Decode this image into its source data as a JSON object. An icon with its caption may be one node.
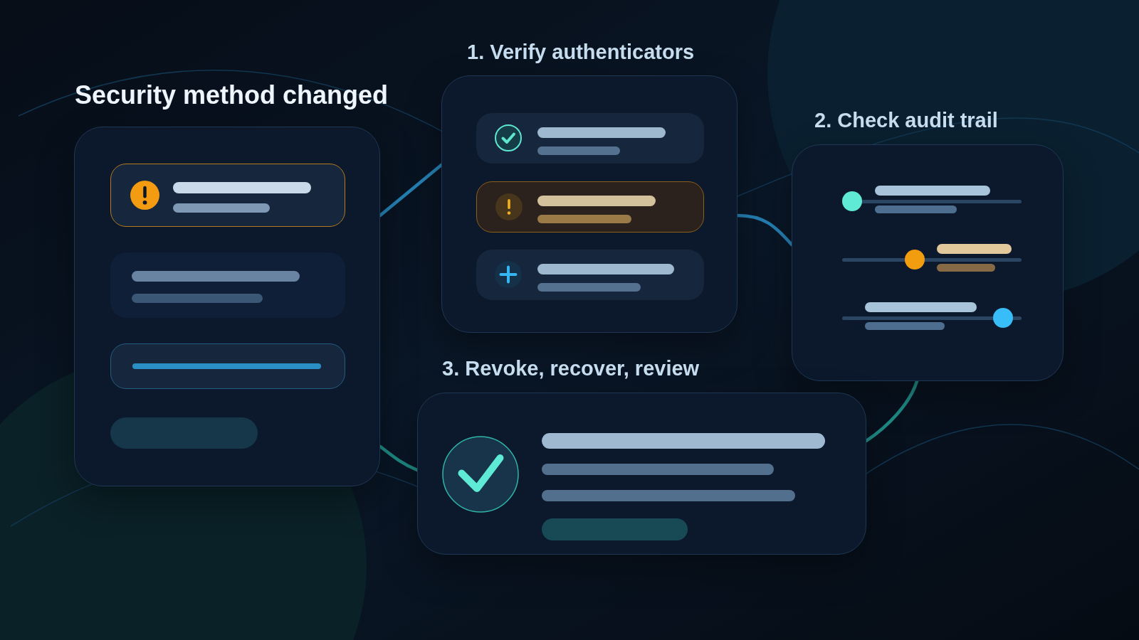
{
  "diagram": {
    "nodes": [
      {
        "text": [
          "Security method changed"
        ]
      },
      {
        "text": [
          "1. Verify authenticators"
        ]
      },
      {
        "text": [
          "2. Check audit trail"
        ]
      },
      {
        "text": [
          "3. Revoke, recover, review"
        ]
      }
    ],
    "edges": [
      {
        "from": 0,
        "to": 1,
        "arrow": "none",
        "color": "#2580b4"
      },
      {
        "from": 1,
        "to": 2,
        "arrow": "none",
        "color": "#2580b4"
      },
      {
        "from": 2,
        "to": 3,
        "arrow": "none",
        "color": "#1f8c86"
      },
      {
        "from": 0,
        "to": 3,
        "arrow": "none",
        "color": "#1f8c86"
      }
    ]
  }
}
